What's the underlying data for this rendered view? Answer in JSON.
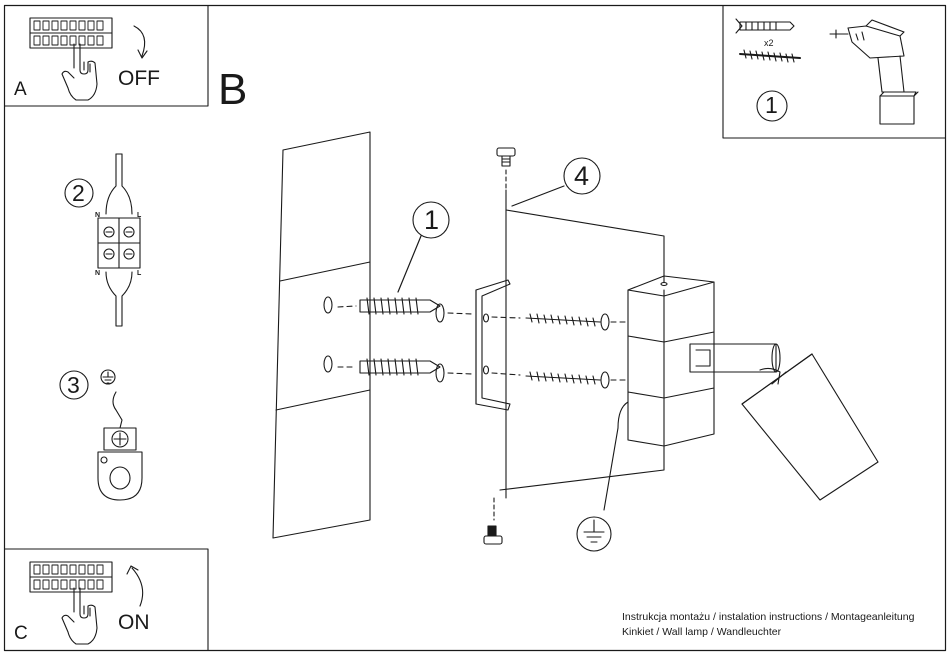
{
  "labels": {
    "step_main": "B",
    "panel_a": "A",
    "panel_c": "C",
    "switch_off": "OFF",
    "switch_on": "ON",
    "step_1_tools": "1",
    "step_1_wall": "1",
    "step_2": "2",
    "step_3": "3",
    "step_4": "4",
    "quantity": "x2",
    "wire_n_top": "N",
    "wire_l_top": "L",
    "wire_n_bottom": "N",
    "wire_l_bottom": "L"
  },
  "footer": {
    "line1": "Instrukcja montażu / instalation instructions / Montageanleitung",
    "line2": "Kinkiet / Wall lamp / Wandleuchter"
  },
  "icons": [
    "electrical-panel",
    "hand-pointer",
    "curved-arrow",
    "ground-symbol",
    "drill",
    "wall-plug",
    "screw",
    "terminal-block",
    "mounting-bracket",
    "lamp-body",
    "lamp-shade"
  ],
  "colors": {
    "line": "#1a1a1a",
    "background": "#ffffff"
  }
}
